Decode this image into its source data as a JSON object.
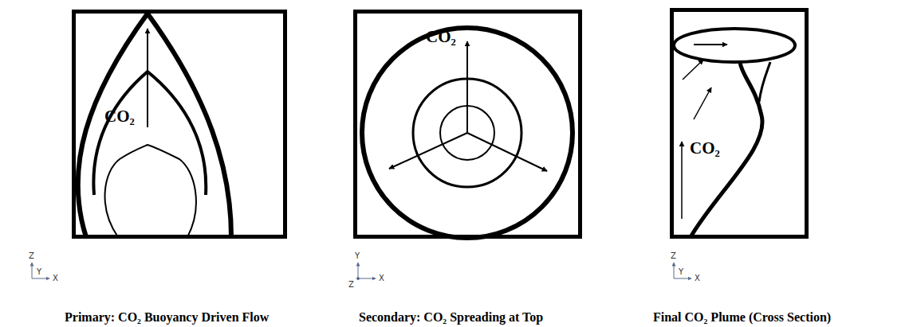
{
  "diagram": {
    "nodes": [
      {
        "text": [
          "CO₂",
          "Primary: CO₂ Buoyancy Driven Flow"
        ]
      },
      {
        "text": [
          "CO₂",
          "Secondary: CO₂ Spreading at Top"
        ]
      },
      {
        "text": [
          "CO₂",
          "Final CO₂ Plume  (Cross Section)"
        ]
      }
    ],
    "labels": [
      "Z",
      "Y",
      "X",
      "Y",
      "Z",
      "X",
      "Z",
      "Y",
      "X"
    ]
  }
}
